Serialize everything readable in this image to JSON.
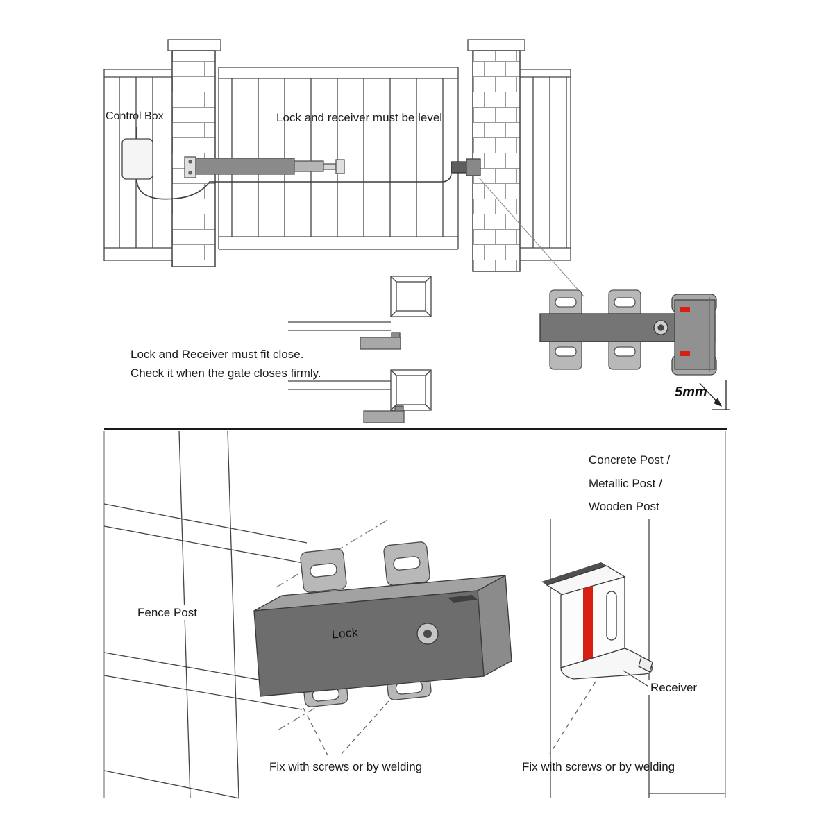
{
  "colors": {
    "accent_red": "#d81f12",
    "lock_front_gray": "#6d6d6d",
    "lock_top_gray": "#a2a2a2",
    "plate_gray": "#b8b8b8",
    "line_color": "#444444"
  },
  "top_section": {
    "control_box_label": "Control Box",
    "level_note": "Lock and receiver must be level",
    "fit_note_line1": "Lock and Receiver must fit close.",
    "fit_note_line2": "Check it when the gate closes firmly.",
    "gap_dimension": "5mm"
  },
  "bottom_section": {
    "fence_post_label": "Fence Post",
    "post_types": [
      "Concrete Post /",
      "Metallic Post /",
      "Wooden Post"
    ],
    "lock_label": "Lock",
    "receiver_label": "Receiver",
    "fix_note_left": "Fix with screws or by welding",
    "fix_note_right": "Fix with screws or by welding"
  }
}
